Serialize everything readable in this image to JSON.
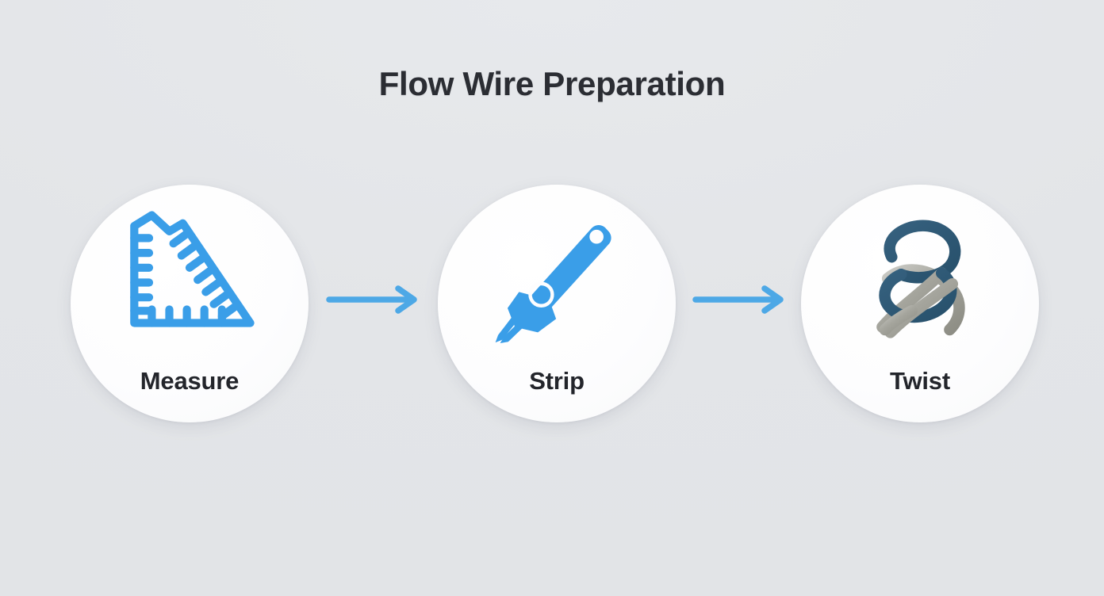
{
  "page": {
    "title": "Flow Wire Preparation",
    "background_color": "#e4e6e9",
    "title_color": "#2b2d33"
  },
  "theme": {
    "accent_blue": "#3a9ee8",
    "arrow_blue": "#4da8e6",
    "circle_fill": "#fdfdfe",
    "wire_dark": "#2f5c79",
    "wire_silver": "#a9a9a2",
    "label_color": "#23252b"
  },
  "flow": {
    "steps": [
      {
        "id": "measure",
        "label": "Measure",
        "icon": "triangular-ruler-icon",
        "icon_color": "#3a9ee8"
      },
      {
        "id": "strip",
        "label": "Strip",
        "icon": "wire-stripper-tool-icon",
        "icon_color": "#3a9ee8"
      },
      {
        "id": "twist",
        "label": "Twist",
        "icon": "twisted-wires-icon",
        "icon_color": "#2f5c79"
      }
    ],
    "connectors": [
      {
        "id": "connector-1",
        "icon": "arrow-right-icon",
        "color": "#4da8e6"
      },
      {
        "id": "connector-2",
        "icon": "arrow-right-icon",
        "color": "#4da8e6"
      }
    ]
  }
}
